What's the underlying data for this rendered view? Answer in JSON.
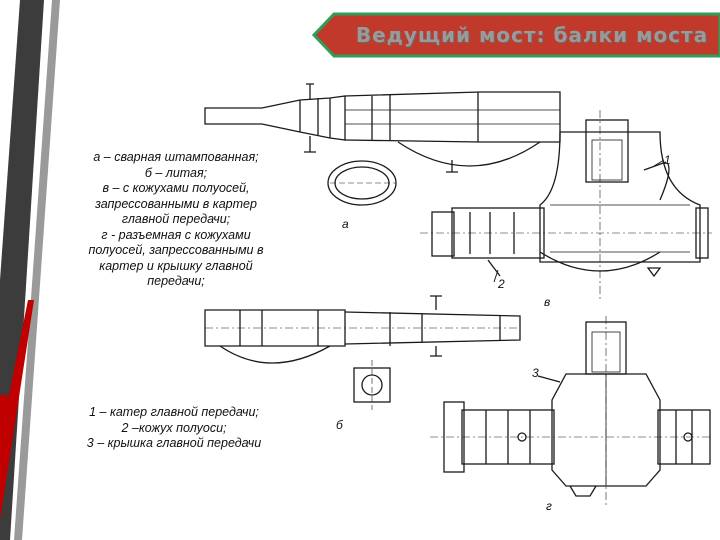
{
  "slide": {
    "title": "Ведущий мост: балки моста",
    "legend_types": "а – сварная штампованная;\nб – литая;\nв – с кожухами полуосей,\nзапрессованными в картер\nглавной передачи;\nг - разъемная с кожухами\nполуосей, запрессованными в\nкартер и крышку главной\nпередачи;",
    "legend_parts": "1 – катер главной передачи;\n2 –кожух полуоси;\n3 – крышка главной передачи"
  },
  "figure_labels": {
    "a": "а",
    "b": "б",
    "v": "в",
    "g": "г",
    "n1": "1",
    "n2": "2",
    "n3": "3"
  },
  "colors": {
    "stripe_dark": "#3c3c3c",
    "stripe_red": "#c00000",
    "banner_fill": "#c0392b",
    "banner_edge": "#2e9e5a",
    "ink": "#1a1a1a"
  }
}
